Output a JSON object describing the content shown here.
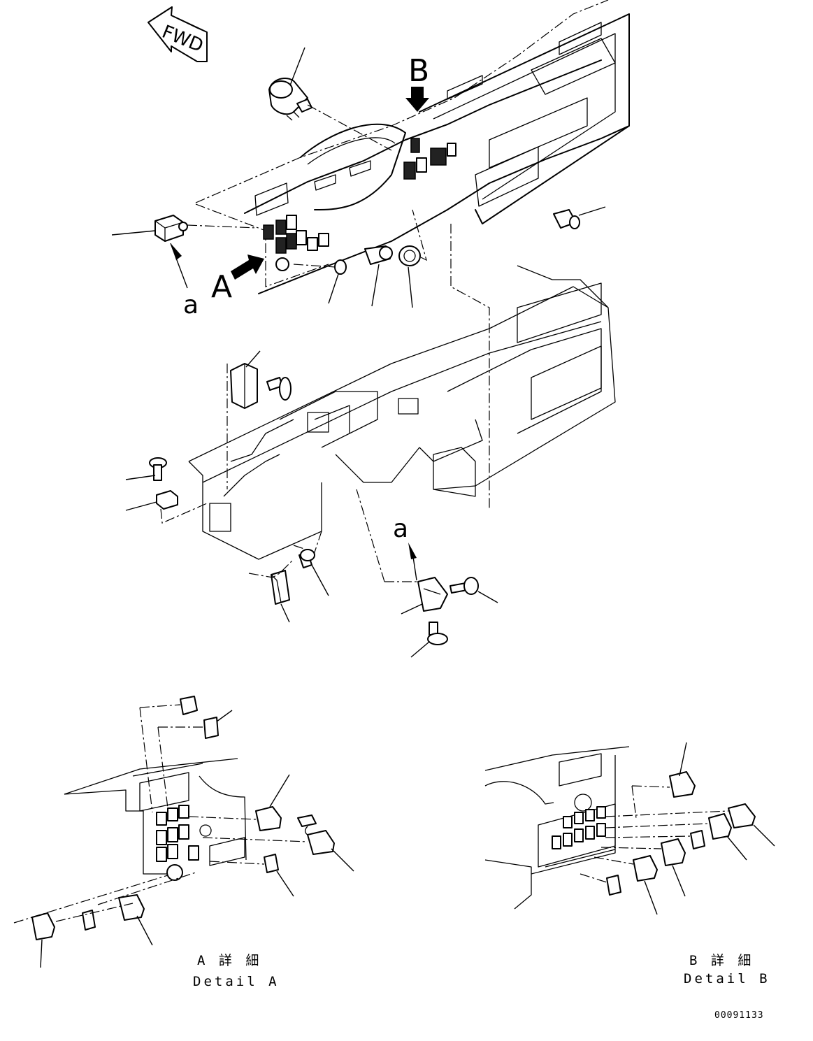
{
  "fwd_label": "FWD",
  "view_labels": {
    "view_a": "A",
    "view_b": "B"
  },
  "ref_labels": {
    "a_top": "a",
    "a_mid": "a"
  },
  "detail_a": {
    "jp": "A 詳 細",
    "en": "Detail A"
  },
  "detail_b": {
    "jp": "B 詳 細",
    "en": "Detail B"
  },
  "drawing_number": "00091133"
}
